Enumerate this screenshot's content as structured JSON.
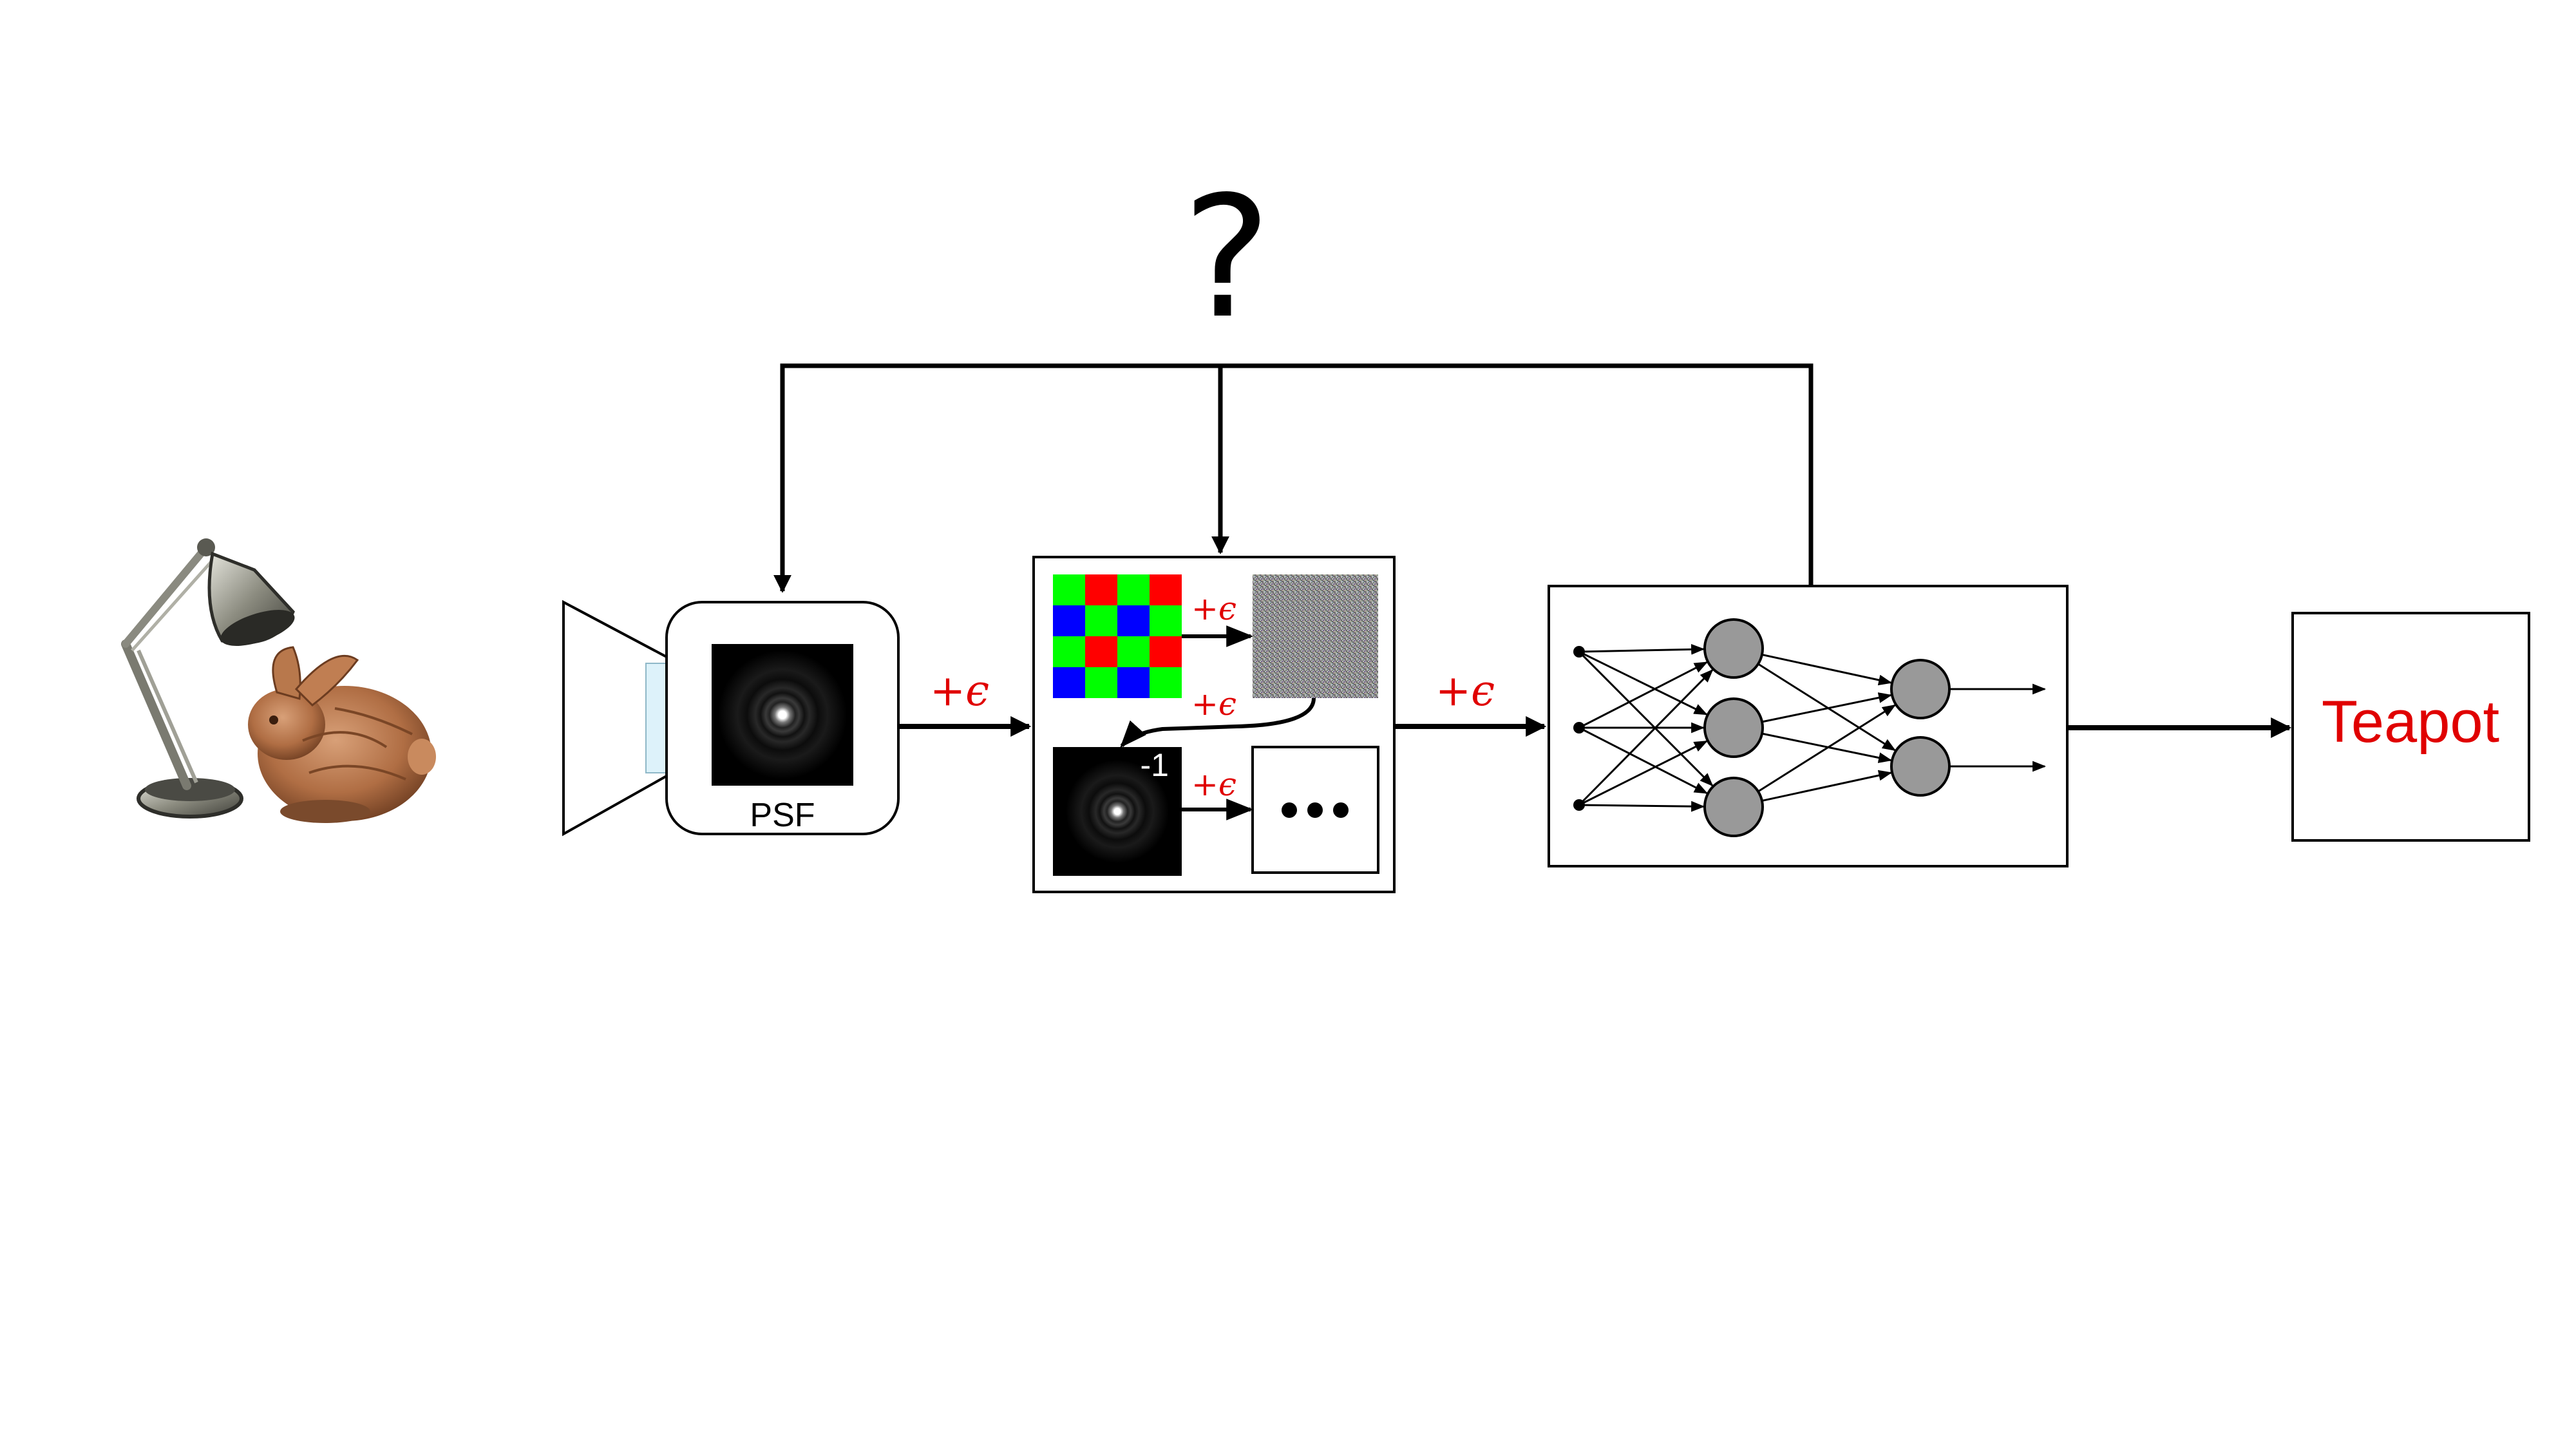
{
  "question_mark": "?",
  "camera": {
    "psf_label": "PSF"
  },
  "noise": {
    "label": "+ϵ",
    "colors": {
      "accent": "#e00000",
      "line": "#000000"
    }
  },
  "isp": {
    "inverse_exponent": "-1",
    "more_symbol": "●●●",
    "bayer_colors": {
      "red": "#ff0000",
      "green": "#00ff00",
      "blue": "#0000ff"
    }
  },
  "network": {
    "node_color": "#999999",
    "layers": [
      3,
      3,
      2
    ]
  },
  "output": {
    "label": "Teapot",
    "color": "#e00000"
  }
}
